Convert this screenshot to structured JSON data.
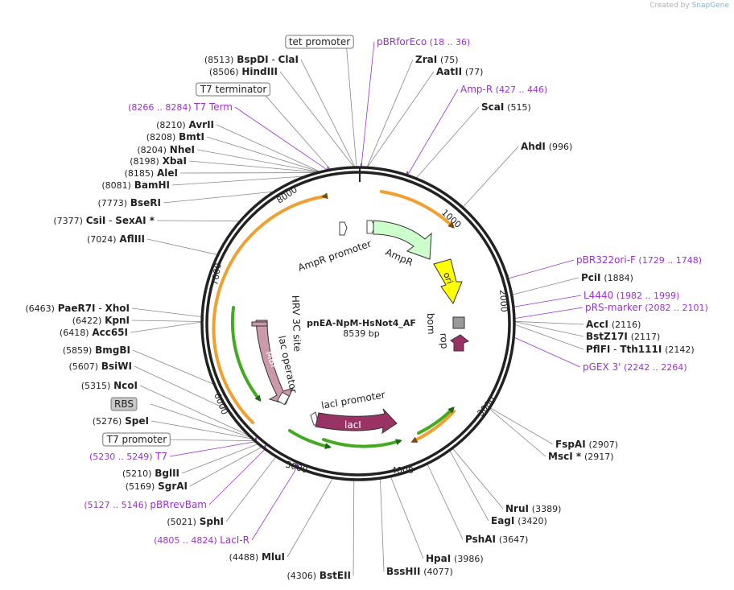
{
  "credit": {
    "prefix": "Created by",
    "brand": "SnapGene"
  },
  "plasmid": {
    "name": "pnEA-NpM-HsNot4_AF",
    "length_label": "8539 bp",
    "length": 8539
  },
  "ring_ticks": [
    "1000",
    "2000",
    "3000",
    "4000",
    "5000",
    "6000",
    "7000",
    "8000"
  ],
  "sites": [
    {
      "pos": "(18 .. 36)",
      "name": "pBRforEco",
      "primer": true,
      "bp": 27
    },
    {
      "pos": "(75)",
      "name": "ZraI",
      "bp": 75
    },
    {
      "pos": "(77)",
      "name": "AatII",
      "bp": 77
    },
    {
      "pos": "(427 .. 446)",
      "name": "Amp-R",
      "primer": true,
      "bp": 436
    },
    {
      "pos": "(515)",
      "name": "ScaI",
      "bp": 515
    },
    {
      "pos": "(996)",
      "name": "AhdI",
      "bp": 996
    },
    {
      "pos": "(1729 .. 1748)",
      "name": "pBR322ori-F",
      "primer": true,
      "bp": 1738
    },
    {
      "pos": "(1884)",
      "name": "PciI",
      "bp": 1884
    },
    {
      "pos": "(1982 .. 1999)",
      "name": "L4440",
      "primer": true,
      "bp": 1990
    },
    {
      "pos": "(2082 .. 2101)",
      "name": "pRS-marker",
      "primer": true,
      "bp": 2091
    },
    {
      "pos": "(2116)",
      "name": "AccI",
      "bp": 2116
    },
    {
      "pos": "(2117)",
      "name": "BstZ17I",
      "bp": 2117
    },
    {
      "pos": "(2142)",
      "name": "PflFI",
      "name2": "Tth111I",
      "bp": 2142
    },
    {
      "pos": "(2242 .. 2264)",
      "name": "pGEX 3'",
      "primer": true,
      "bp": 2253
    },
    {
      "pos": "(2907)",
      "name": "FspAI",
      "bp": 2907
    },
    {
      "pos": "(2917)",
      "name": "MscI",
      "star": "*",
      "bp": 2917
    },
    {
      "pos": "(3389)",
      "name": "NruI",
      "bp": 3389
    },
    {
      "pos": "(3420)",
      "name": "EagI",
      "bp": 3420
    },
    {
      "pos": "(3647)",
      "name": "PshAI",
      "bp": 3647
    },
    {
      "pos": "(3986)",
      "name": "HpaI",
      "bp": 3986
    },
    {
      "pos": "(4077)",
      "name": "BssHII",
      "bp": 4077
    },
    {
      "pos": "(4306)",
      "name": "BstEII",
      "bp": 4306
    },
    {
      "pos": "(4488)",
      "name": "MluI",
      "bp": 4488
    },
    {
      "pos": "(4805 .. 4824)",
      "name": "LacI-R",
      "primer": true,
      "bp": 4815
    },
    {
      "pos": "(5021)",
      "name": "SphI",
      "bp": 5021
    },
    {
      "pos": "(5127 .. 5146)",
      "name": "pBRrevBam",
      "primer": true,
      "bp": 5136
    },
    {
      "pos": "(5169)",
      "name": "SgrAI",
      "bp": 5169
    },
    {
      "pos": "(5210)",
      "name": "BglII",
      "bp": 5210
    },
    {
      "pos": "(5230 .. 5249)",
      "name": "T7",
      "primer": true,
      "bp": 5240
    },
    {
      "name": "T7 promoter",
      "boxed": true,
      "bp": 5250
    },
    {
      "pos": "(5276)",
      "name": "SpeI",
      "bp": 5276
    },
    {
      "name": "RBS",
      "boxed": true,
      "filled": true,
      "bp": 5290
    },
    {
      "pos": "(5315)",
      "name": "NcoI",
      "bp": 5315
    },
    {
      "pos": "(5607)",
      "name": "BsiWI",
      "bp": 5607
    },
    {
      "pos": "(5859)",
      "name": "BmgBI",
      "bp": 5859
    },
    {
      "pos": "(6418)",
      "name": "Acc65I",
      "bp": 6418
    },
    {
      "pos": "(6422)",
      "name": "KpnI",
      "bp": 6422
    },
    {
      "pos": "(6463)",
      "name": "PaeR7I",
      "name2": "XhoI",
      "bp": 6463
    },
    {
      "pos": "(7024)",
      "name": "AflIII",
      "bp": 7024
    },
    {
      "pos": "(7377)",
      "name": "CsiI",
      "name2": "SexAI",
      "star": "*",
      "bp": 7377
    },
    {
      "pos": "(7773)",
      "name": "BseRI",
      "bp": 7773
    },
    {
      "pos": "(8081)",
      "name": "BamHI",
      "bp": 8081
    },
    {
      "pos": "(8185)",
      "name": "AleI",
      "bp": 8185
    },
    {
      "pos": "(8198)",
      "name": "XbaI",
      "bp": 8198
    },
    {
      "pos": "(8204)",
      "name": "NheI",
      "bp": 8204
    },
    {
      "pos": "(8208)",
      "name": "BmtI",
      "bp": 8208
    },
    {
      "pos": "(8210)",
      "name": "AvrII",
      "bp": 8210
    },
    {
      "pos": "(8266 .. 8284)",
      "name": "T7 Term",
      "primer": true,
      "bp": 8275
    },
    {
      "name": "T7 terminator",
      "boxed": true,
      "bp": 8300
    },
    {
      "pos": "(8506)",
      "name": "HindIII",
      "bp": 8506
    },
    {
      "pos": "(8513)",
      "name": "BspDI",
      "name2": "ClaI",
      "bp": 8513
    },
    {
      "name": "tet promoter",
      "boxed": true,
      "bp": 8525
    }
  ],
  "features": [
    {
      "label": "AmpR promoter",
      "color": "#ffffff"
    },
    {
      "label": "AmpR",
      "color": "#ccffcc"
    },
    {
      "label": "ori",
      "color": "#ffff00"
    },
    {
      "label": "bom",
      "color": "#999999"
    },
    {
      "label": "rop",
      "color": "#993366"
    },
    {
      "label": "lacI promoter",
      "color": "#ffffff"
    },
    {
      "label": "lacI",
      "color": "#993366"
    },
    {
      "label": "lac operator",
      "color": "#ffffff"
    },
    {
      "label": "MBP",
      "color": "#cc99aa"
    },
    {
      "label": "HRV 3C site",
      "color": "#cc99aa"
    }
  ],
  "colors": {
    "primer": "#9a33cc",
    "orf_orange": "#f0a030",
    "orf_green": "#44aa22",
    "backbone": "#222222"
  }
}
